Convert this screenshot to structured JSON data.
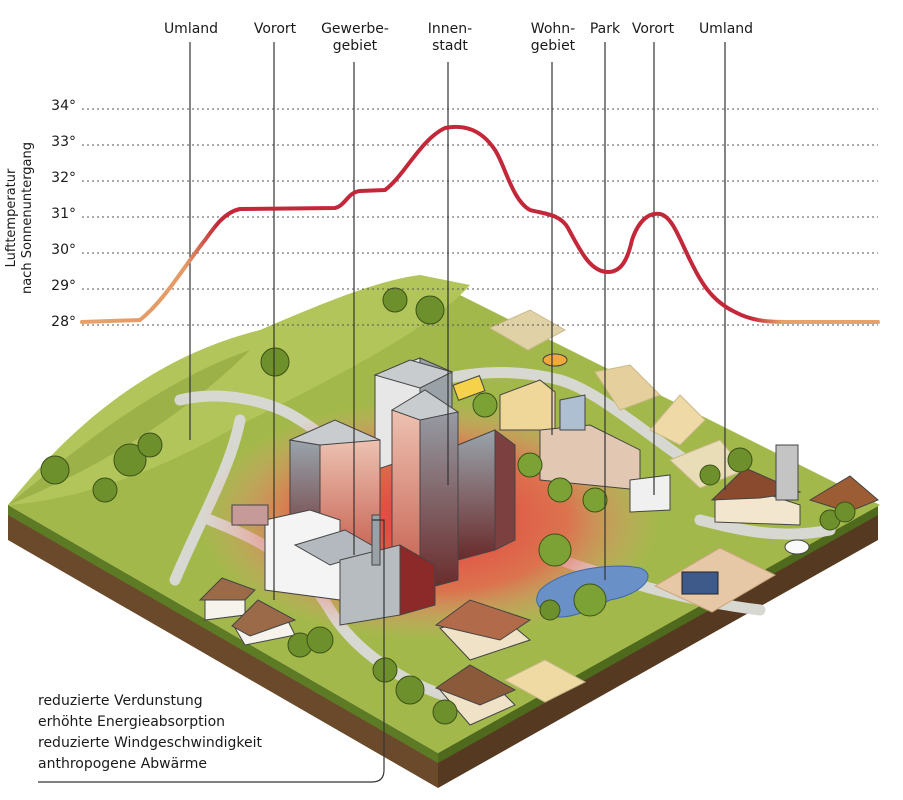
{
  "zones": [
    {
      "label": "Umland"
    },
    {
      "label": "Vorort"
    },
    {
      "label": "Gewerbe-\ngebiet"
    },
    {
      "label": "Innen-\nstadt"
    },
    {
      "label": "Wohn-\ngebiet"
    },
    {
      "label": "Park"
    },
    {
      "label": "Vorort"
    },
    {
      "label": "Umland"
    }
  ],
  "y_axis": {
    "title": "Lufttemperatur\nnach Sonnenuntergang",
    "ticks": [
      "34°",
      "33°",
      "32°",
      "31°",
      "30°",
      "29°",
      "28°"
    ]
  },
  "factors": [
    "reduzierte Verdunstung",
    "erhöhte Energieabsorption",
    "reduzierte Windgeschwindigkeit",
    "anthropogene Abwärme"
  ],
  "colors": {
    "curve_hot": "#c3283a",
    "curve_cool": "#e8a16a",
    "grass": "#a3b84a",
    "grass_dark": "#6f8a2b",
    "heat": "#e8413a",
    "soil": "#6b4a2b"
  }
}
